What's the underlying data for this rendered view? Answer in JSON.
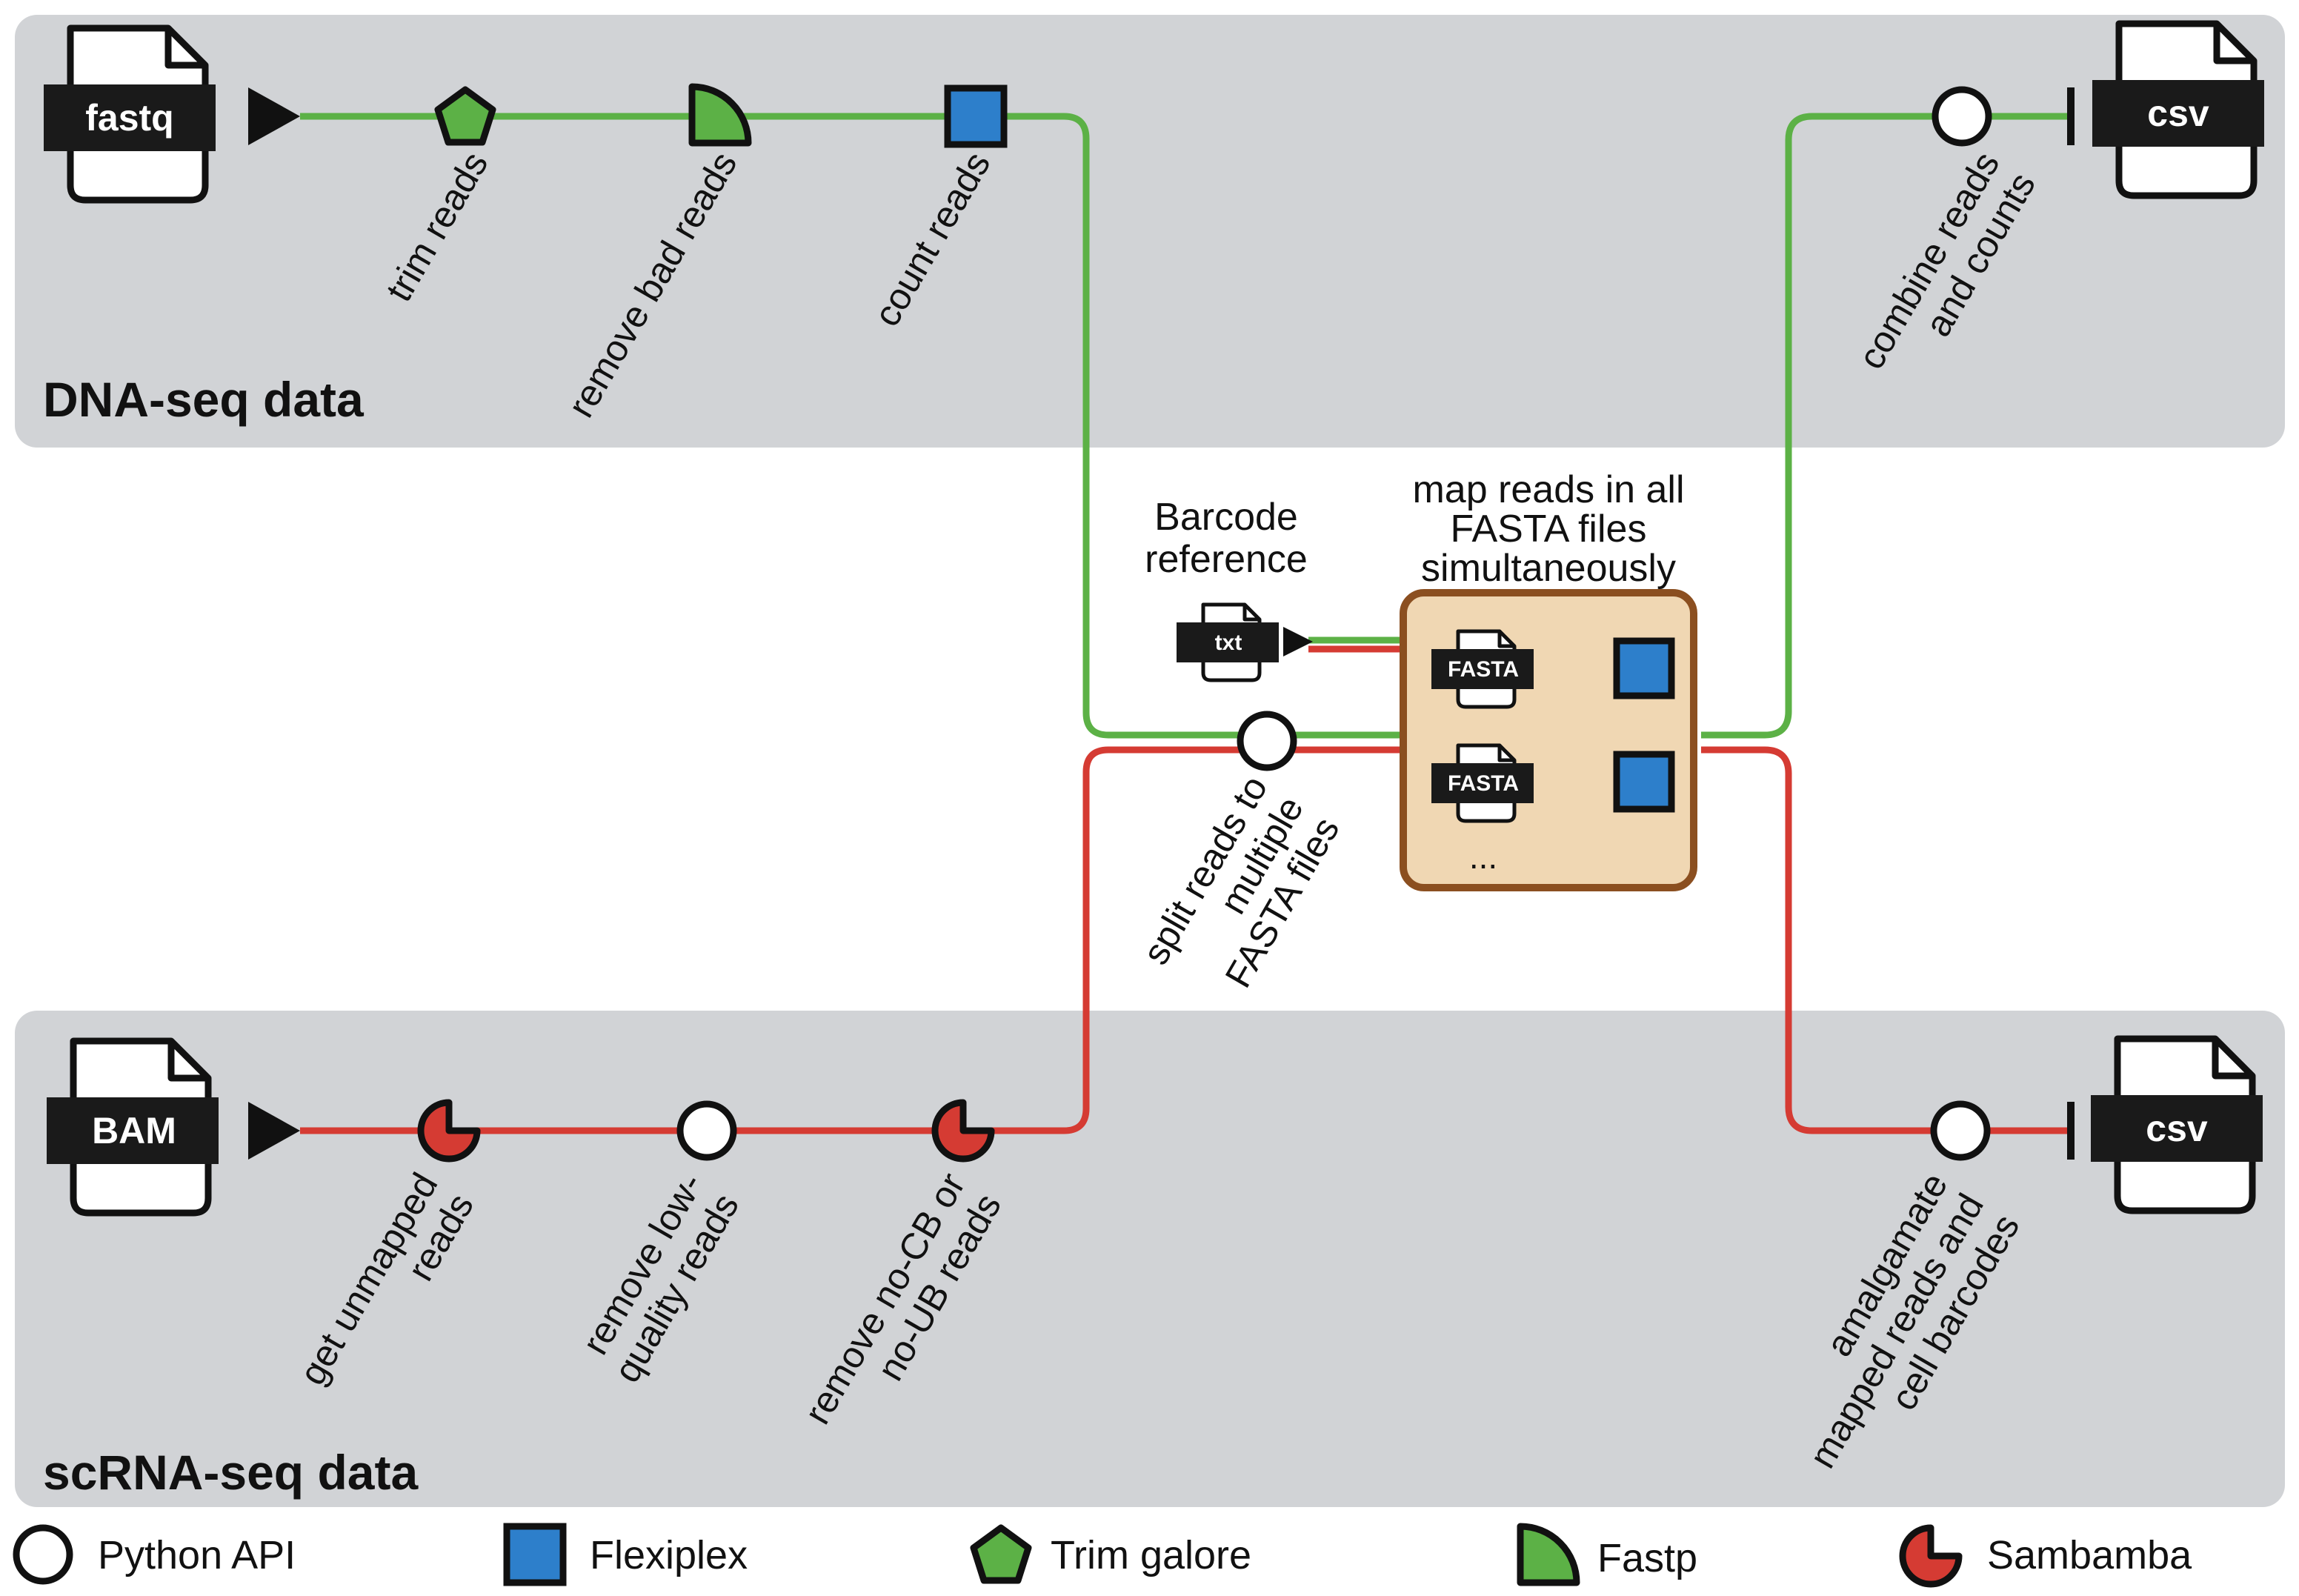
{
  "colors": {
    "panel": "#d1d3d6",
    "dna_line": "#5cb146",
    "scrna_line": "#d53b33",
    "flexiplex": "#2d7fcb",
    "trim_galore": "#5cb146",
    "fastp": "#5cb146",
    "sambamba": "#d53b33",
    "python_api": "#ffffff",
    "box_fill": "#f0d7b3",
    "box_border": "#8b4f20"
  },
  "dna": {
    "title": "DNA-seq data",
    "input_label": "fastq",
    "steps": [
      {
        "label": "trim reads",
        "tool": "Trim galore"
      },
      {
        "label": "remove bad reads",
        "tool": "Fastp"
      },
      {
        "label": "count reads",
        "tool": "Flexiplex"
      }
    ],
    "final_step": {
      "lines": [
        "combine reads",
        "and counts"
      ],
      "tool": "Python API"
    },
    "output_label": "csv"
  },
  "scrna": {
    "title": "scRNA-seq data",
    "input_label": "BAM",
    "steps": [
      {
        "lines": [
          "get unmapped",
          "reads"
        ],
        "tool": "Sambamba"
      },
      {
        "lines": [
          "remove low-",
          "quality reads"
        ],
        "tool": "Python API"
      },
      {
        "lines": [
          "remove no-CB or",
          "no-UB reads"
        ],
        "tool": "Sambamba"
      }
    ],
    "final_step": {
      "lines": [
        "amalgamate",
        "mapped reads and",
        "cell barcodes"
      ],
      "tool": "Python API"
    },
    "output_label": "csv"
  },
  "middle": {
    "barcode_lines": [
      "Barcode",
      "reference"
    ],
    "barcode_file": "txt",
    "split_lines": [
      "split reads to",
      "multiple",
      "FASTA files"
    ],
    "split_tool": "Python API",
    "map_lines": [
      "map reads in all",
      "FASTA files",
      "simultaneously"
    ],
    "fasta_label": "FASTA",
    "fasta_tool": "Flexiplex",
    "ellipsis": "..."
  },
  "legend": [
    {
      "label": "Python API",
      "icon": "circle-icon"
    },
    {
      "label": "Flexiplex",
      "icon": "square-icon"
    },
    {
      "label": "Trim galore",
      "icon": "pentagon-icon"
    },
    {
      "label": "Fastp",
      "icon": "quarter-circle-icon"
    },
    {
      "label": "Sambamba",
      "icon": "pie-icon"
    }
  ]
}
